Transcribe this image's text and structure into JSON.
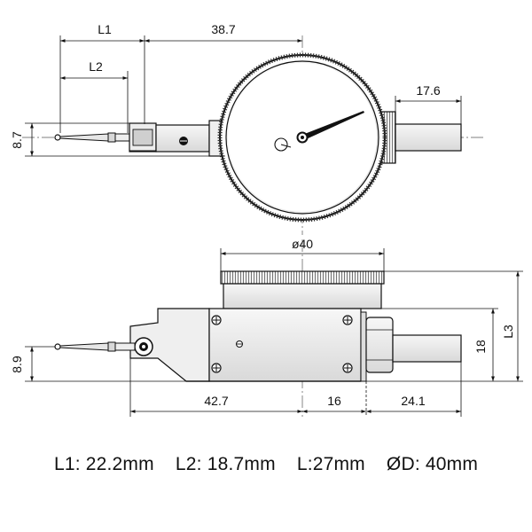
{
  "dimensions": {
    "top_view": {
      "L1": "L1",
      "L2": "L2",
      "dial_offset": "38.7",
      "stem_length": "17.6",
      "tip_height": "8.7"
    },
    "side_view": {
      "diameter": "ø40",
      "body_left": "42.7",
      "body_mid": "16",
      "body_right": "24.1",
      "stem_height": "18",
      "total_height": "L3",
      "tip_height": "8.9"
    }
  },
  "specs": {
    "L1": "L1: 22.2mm",
    "L2": "L2: 18.7mm",
    "L": "L:27mm",
    "D": "ØD: 40mm"
  }
}
